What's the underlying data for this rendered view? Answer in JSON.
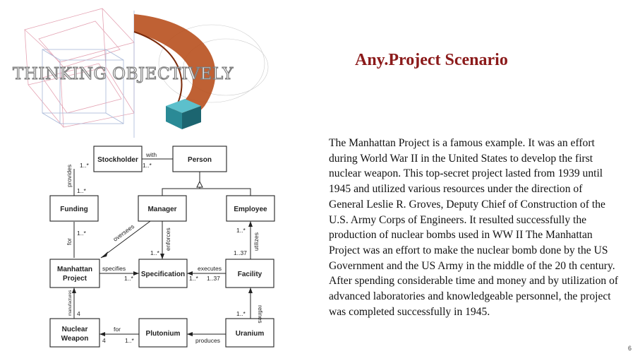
{
  "slide": {
    "title": "Any.Project Scenario",
    "page_number": "6",
    "body": "The Manhattan Project is a famous example. It was an effort during World War II in the United States to develop the first nuclear weapon. This top-secret project lasted from 1939 until 1945 and utilized various resources under the direction of General Leslie R. Groves, Deputy Chief of Construction of the U.S. Army Corps of Engineers. It resulted successfully the production of nuclear bombs used in WW II The Manhattan Project was an effort to make the nuclear bomb done by the US Government and the US Army in the middle of the 20 th century. After spending considerable time and money and by utilization of advanced laboratories and knowledgeable personnel, the project was completed successfully in 1945."
  },
  "logo": {
    "text": "THINKING OBJECTIVELY",
    "accent_color": "#b8501e",
    "cube_color": "#2a8a96"
  },
  "diagram": {
    "boxes": {
      "stockholder": "Stockholder",
      "person": "Person",
      "funding": "Funding",
      "manager": "Manager",
      "employee": "Employee",
      "manhattan_1": "Manhattan",
      "manhattan_2": "Project",
      "specification": "Specification",
      "facility": "Facility",
      "nuclear_1": "Nuclear",
      "nuclear_2": "Weapon",
      "plutonium": "Plutonium",
      "uranium": "Uranium"
    },
    "edges": {
      "with": "with",
      "provides": "provides",
      "for": "for",
      "oversees": "oversees",
      "enforces": "enforces",
      "utilizes": "utilizes",
      "specifies": "specifies",
      "executes": "executes",
      "manufactures": "manufactures",
      "for2": "for",
      "refines": "refines",
      "produces": "produces"
    },
    "multiplicities": {
      "m1": "1..*",
      "m2": "1..*",
      "m3": "1..*",
      "m4": "1..*",
      "m5": "1..*",
      "m6": "1..*",
      "m7": "1..37",
      "m8": "1..*",
      "m9": "1..*",
      "m10": "1..37",
      "m11": "4",
      "m12": "4",
      "m13": "1..*",
      "m14": "1..*"
    }
  }
}
